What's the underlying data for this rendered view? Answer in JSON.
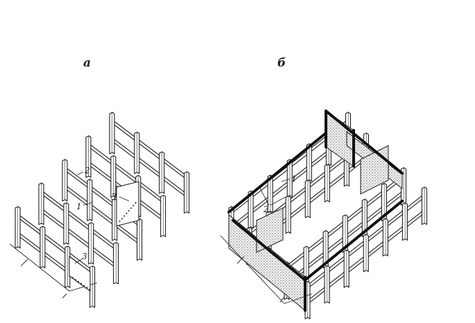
{
  "panel_a": {
    "label": "а",
    "callouts": {
      "one": "1",
      "two": "2",
      "three_upper": "3",
      "three_lower": "3"
    }
  },
  "panel_b": {
    "label": "б",
    "callouts": {
      "one": "1",
      "two": "2"
    }
  },
  "colors": {
    "ink": "#1c1c1c",
    "background": "#ffffff",
    "fill_texture": "stippled"
  }
}
